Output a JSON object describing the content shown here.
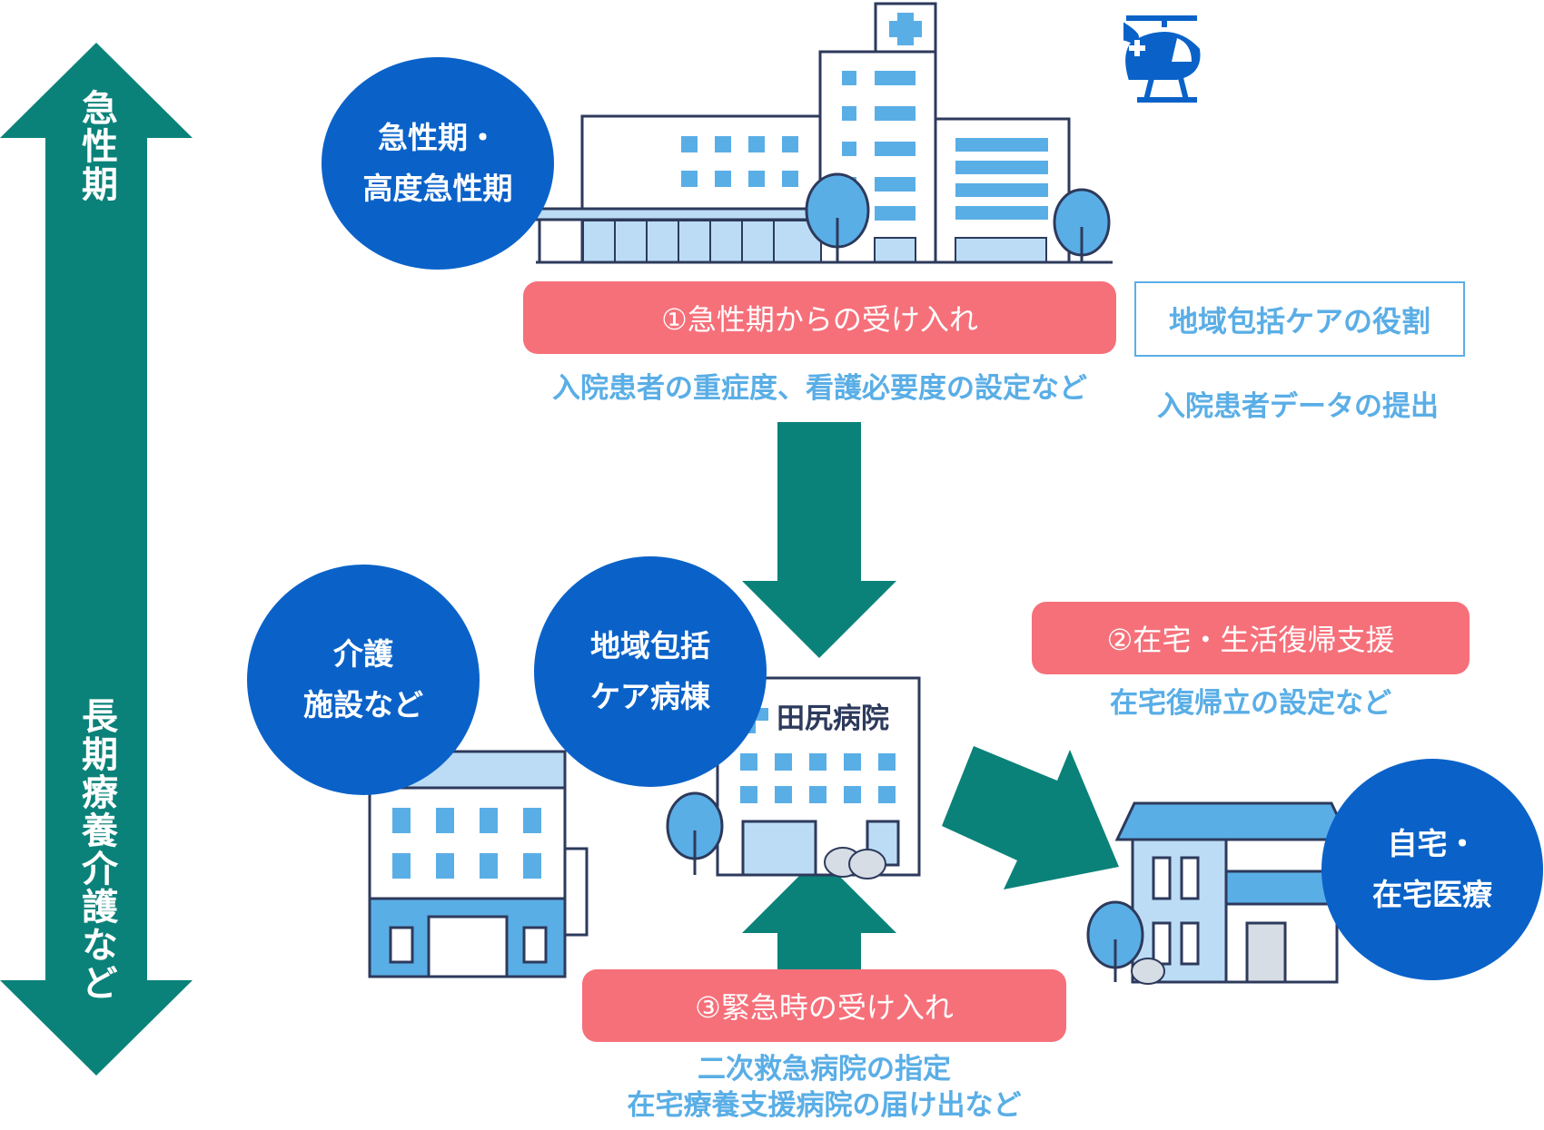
{
  "axis": {
    "top_label": "急性期",
    "bottom_label": "長期療養介護など"
  },
  "circles": {
    "acute": [
      "急性期・",
      "高度急性期"
    ],
    "care_facility": [
      "介護",
      "施設など"
    ],
    "community_ward": [
      "地域包括",
      "ケア病棟"
    ],
    "home": [
      "自宅・",
      "在宅医療"
    ]
  },
  "hospital_name": "田尻病院",
  "pills": {
    "p1": "①急性期からの受け入れ",
    "p2": "②在宅・生活復帰支援",
    "p3": "③緊急時の受け入れ"
  },
  "notes": {
    "n1": "入院患者の重症度、看護必要度の設定など",
    "n2": "在宅復帰立の設定など",
    "n3_line1": "二次救急病院の指定",
    "n3_line2": "在宅療養支援病院の届け出など",
    "role_data": "入院患者データの提出"
  },
  "role_box": "地域包括ケアの役割",
  "colors": {
    "teal": "#0b8279",
    "circle_blue": "#0a62c9",
    "pill_pink": "#f6707a",
    "light_blue": "#5aaee6",
    "navy": "#2d3a5c"
  }
}
